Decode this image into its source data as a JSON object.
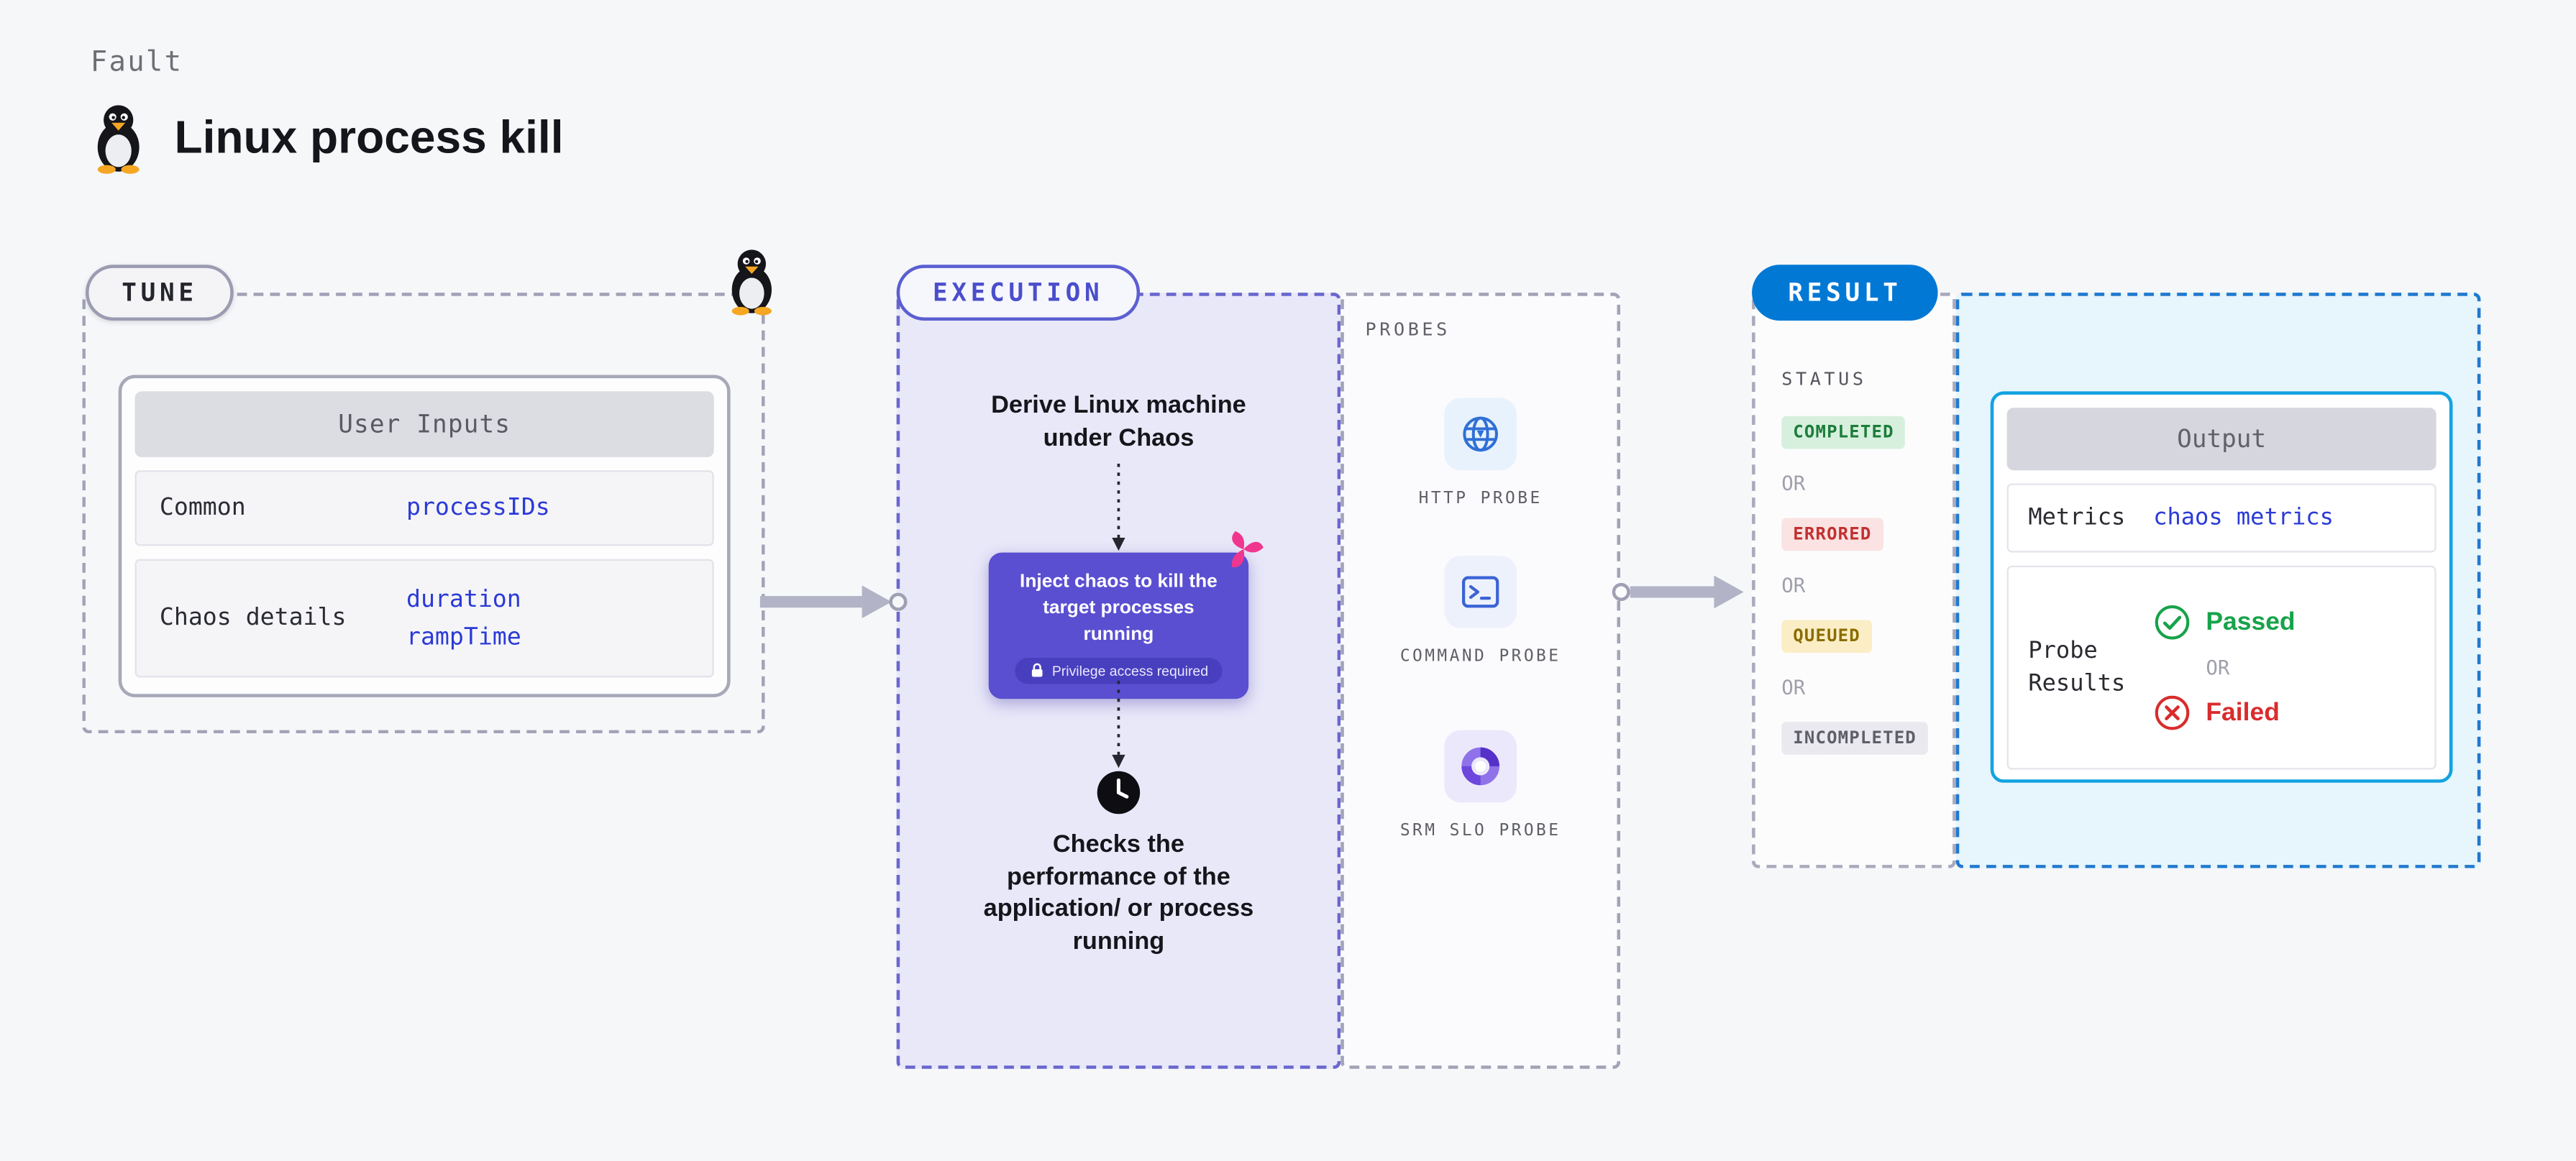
{
  "page": {
    "kicker": "Fault",
    "title": "Linux process kill"
  },
  "colors": {
    "accent_blue": "#0278d5",
    "indigo": "#5a4fd1",
    "light_purple_bg": "#e9e8f9",
    "output_border_blue": "#13a3e0",
    "value_blue": "#2b3ad6",
    "success_green": "#17a34a",
    "error_red": "#d92c2c",
    "warning_yellow": "#8a6d00",
    "arrow_gray": "#b2b3c6",
    "chaos_pink": "#f0368f"
  },
  "tune": {
    "badge": "TUNE",
    "card": {
      "header": "User Inputs",
      "rows": {
        "common": {
          "label": "Common",
          "value": "processIDs"
        },
        "chaos": {
          "label": "Chaos details",
          "value1": "duration",
          "value2": "rampTime"
        }
      }
    }
  },
  "execution": {
    "badge": "EXECUTION",
    "derive_text": "Derive Linux machine under Chaos",
    "inject_text": "Inject chaos to kill the target processes running",
    "privilege_text": "Privilege access required",
    "checks_text": "Checks the performance of the application/ or process running"
  },
  "probes": {
    "label": "PROBES",
    "http": "HTTP PROBE",
    "command": "COMMAND PROBE",
    "srm": "SRM SLO PROBE"
  },
  "result": {
    "badge": "RESULT",
    "status": {
      "label": "STATUS",
      "completed": "COMPLETED",
      "errored": "ERRORED",
      "queued": "QUEUED",
      "incompleted": "INCOMPLETED",
      "or": "OR"
    },
    "output": {
      "header": "Output",
      "metrics_label": "Metrics",
      "metrics_value": "chaos metrics",
      "probe_results_label": "Probe Results",
      "passed": "Passed",
      "failed": "Failed",
      "or": "OR"
    }
  }
}
